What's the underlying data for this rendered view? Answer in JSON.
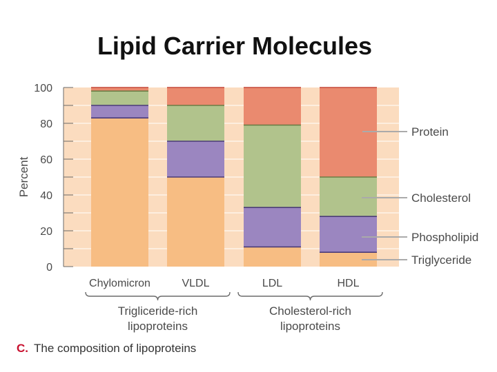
{
  "title": "Lipid Carrier Molecules",
  "caption": {
    "letter": "C.",
    "text": "The composition of lipoproteins"
  },
  "chart_data": {
    "type": "bar",
    "stacked": true,
    "ylabel": "Percent",
    "ylim": [
      0,
      100
    ],
    "yticks": [
      "0",
      "20",
      "40",
      "60",
      "80",
      "100"
    ],
    "categories": [
      "Chylomicron",
      "VLDL",
      "LDL",
      "HDL"
    ],
    "series": [
      {
        "name": "Triglyceride",
        "color": "#f7bd83",
        "values": [
          83,
          50,
          11,
          8
        ]
      },
      {
        "name": "Phospholipid",
        "color": "#9b86c0",
        "values": [
          7,
          20,
          22,
          20
        ]
      },
      {
        "name": "Cholesterol",
        "color": "#b1c38c",
        "values": [
          8,
          20,
          46,
          22
        ]
      },
      {
        "name": "Protein",
        "color": "#ea8a6f",
        "values": [
          2,
          10,
          21,
          50
        ]
      }
    ],
    "legend_position": "right",
    "groups": [
      {
        "line1": "Trigliceride-rich",
        "line2": "lipoproteins",
        "categories": [
          "Chylomicron",
          "VLDL"
        ]
      },
      {
        "line1": "Cholesterol-rich",
        "line2": "lipoproteins",
        "categories": [
          "LDL",
          "HDL"
        ]
      }
    ],
    "background_color": "#fbdcbf",
    "gridlines": true
  }
}
